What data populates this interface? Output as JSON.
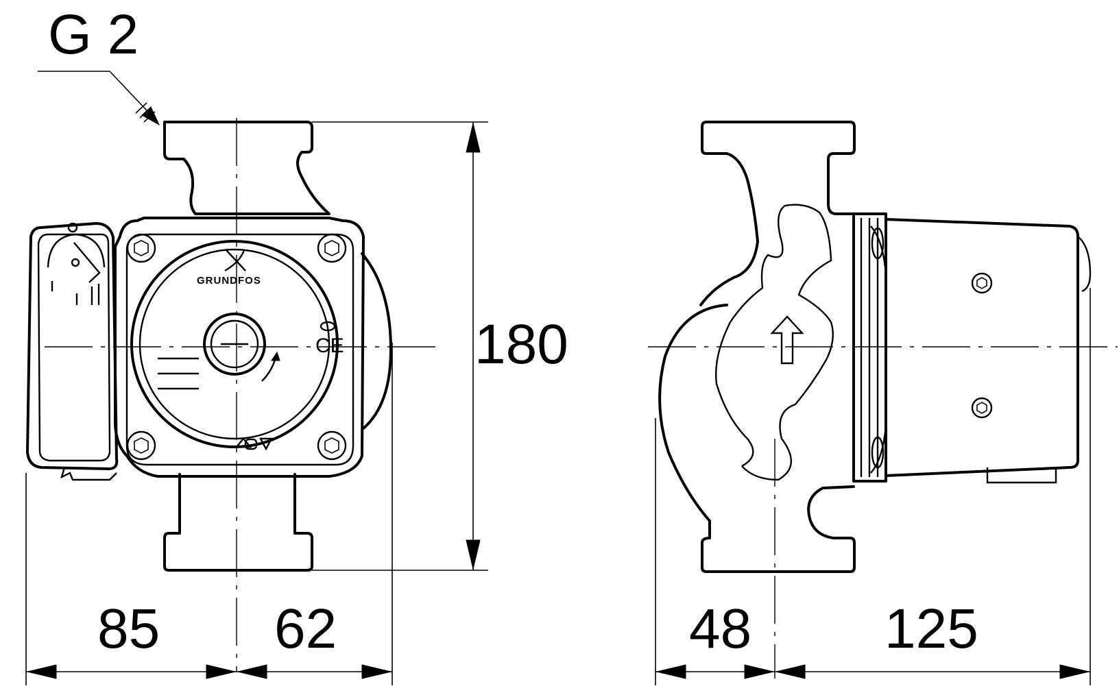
{
  "thread_label": "G 2",
  "dimensions": {
    "height": "180",
    "front_left": "85",
    "front_right": "62",
    "side_left": "48",
    "side_right": "125"
  },
  "brand_label": "GRUNDFOS",
  "ce_mark": "CE",
  "colors": {
    "line": "#000000",
    "background": "#ffffff"
  }
}
